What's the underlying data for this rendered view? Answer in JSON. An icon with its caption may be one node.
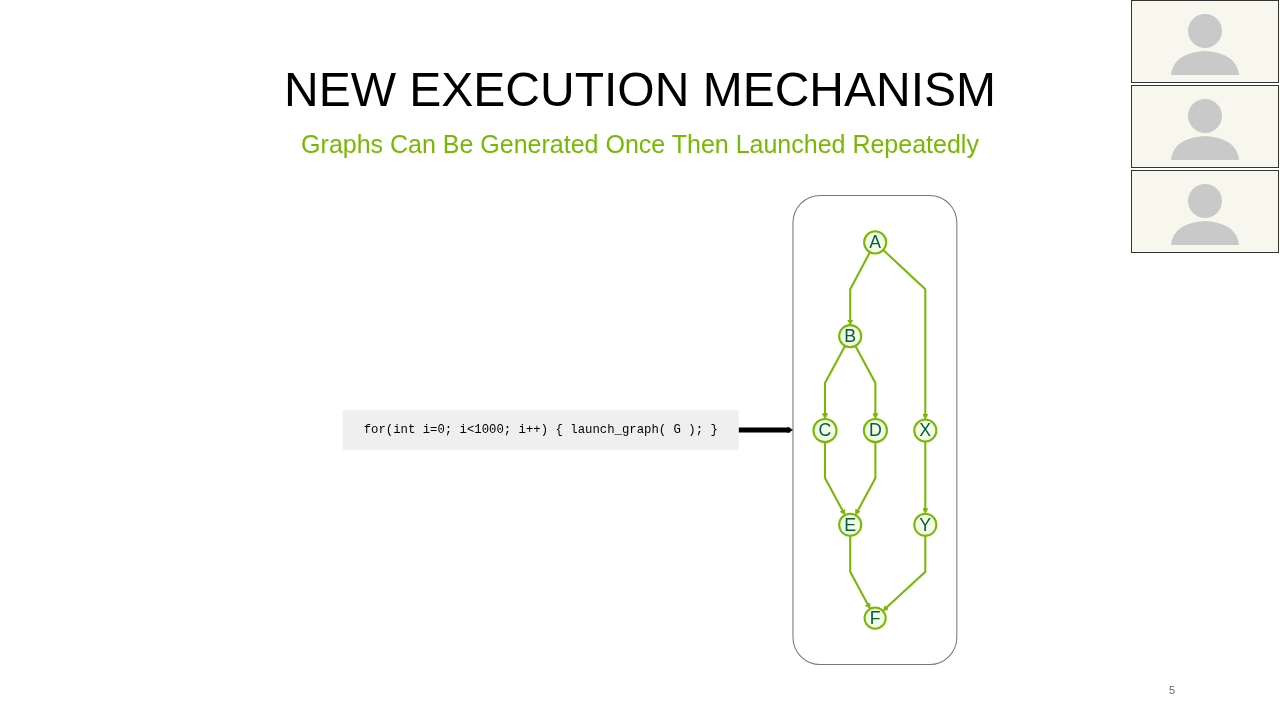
{
  "diagram": {
    "title": "NEW EXECUTION MECHANISM",
    "caption": "Graphs Can Be Generated Once Then Launched Repeatedly",
    "nodes": [
      {
        "text": [
          "for(int i=0; i<1000; i++) { launch_graph( G ); }"
        ]
      },
      {
        "text": [],
        "shape": "brace"
      },
      {
        "text": [
          "A"
        ],
        "in": 1
      },
      {
        "text": [
          "B"
        ],
        "in": 1
      },
      {
        "text": [
          "X"
        ],
        "in": 1
      },
      {
        "text": [
          "C"
        ],
        "in": 1
      },
      {
        "text": [
          "D"
        ],
        "in": 1
      },
      {
        "text": [
          "E"
        ],
        "in": 1
      },
      {
        "text": [
          "Y"
        ],
        "in": 1
      },
      {
        "text": [
          "F"
        ],
        "in": 1
      }
    ],
    "edges": [
      {
        "from": 0,
        "to": 1,
        "arrow": "to",
        "style": "thick",
        "color": "#000000"
      },
      {
        "from": 2,
        "to": 3,
        "arrow": "to"
      },
      {
        "from": 2,
        "to": 4,
        "arrow": "to"
      },
      {
        "from": 3,
        "to": 5,
        "arrow": "to"
      },
      {
        "from": 3,
        "to": 6,
        "arrow": "to"
      },
      {
        "from": 5,
        "to": 7,
        "arrow": "to"
      },
      {
        "from": 6,
        "to": 7,
        "arrow": "to"
      },
      {
        "from": 4,
        "to": 8,
        "arrow": "to"
      },
      {
        "from": 7,
        "to": 9,
        "arrow": "to"
      },
      {
        "from": 8,
        "to": 9,
        "arrow": "to"
      }
    ],
    "labels": [
      "5"
    ]
  }
}
